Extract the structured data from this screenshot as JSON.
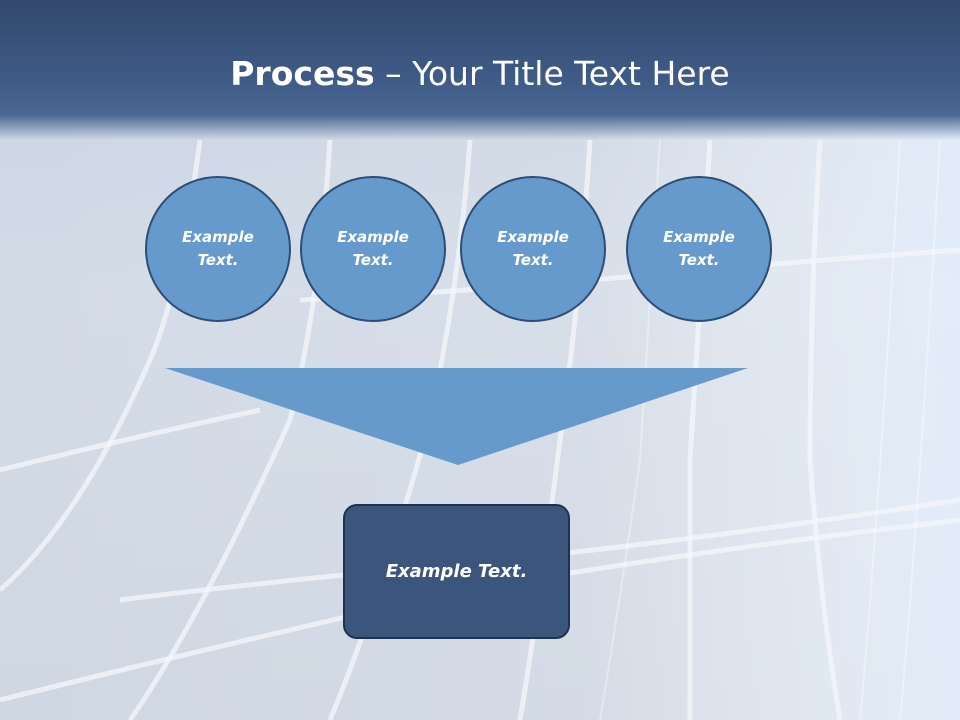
{
  "slide": {
    "title_bold": "Process",
    "title_rest": " – Your Title Text Here"
  },
  "steps": [
    {
      "line1": "Example",
      "line2": "Text."
    },
    {
      "line1": "Example",
      "line2": "Text."
    },
    {
      "line1": "Example",
      "line2": "Text."
    },
    {
      "line1": "Example",
      "line2": "Text."
    }
  ],
  "result": {
    "label": "Example Text."
  },
  "colors": {
    "header": "#3e5a86",
    "circle_fill": "#6699cc",
    "circle_border": "#2f4d74",
    "funnel": "#6699cc",
    "result_box": "#3c557c"
  }
}
